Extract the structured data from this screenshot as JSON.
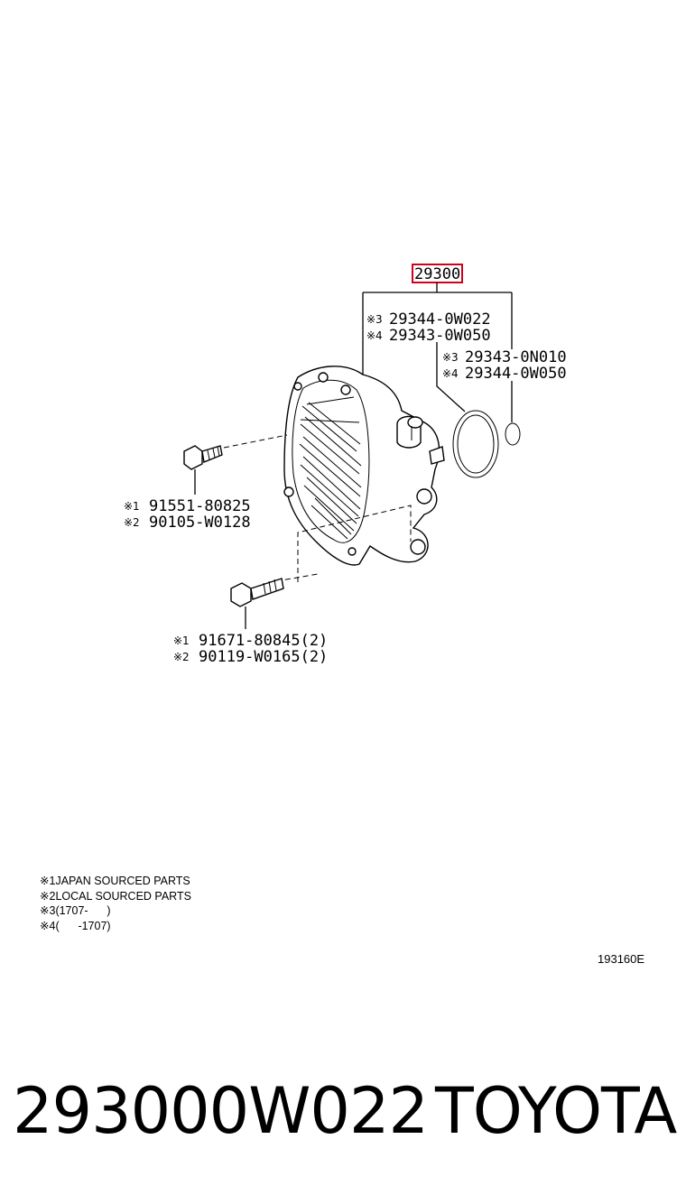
{
  "main_part": "29300",
  "callouts": [
    {
      "mark": "※3",
      "part": "29344-0W022"
    },
    {
      "mark": "※4",
      "part": "29343-0W050"
    },
    {
      "mark": "※3",
      "part": "29343-0N010"
    },
    {
      "mark": "※4",
      "part": "29344-0W050"
    },
    {
      "mark": "※1",
      "part": "91551-80825"
    },
    {
      "mark": "※2",
      "part": "90105-W0128"
    },
    {
      "mark": "※1",
      "part": "91671-80845(2)"
    },
    {
      "mark": "※2",
      "part": "90119-W0165(2)"
    }
  ],
  "legend": [
    {
      "mark": "※1",
      "text": "JAPAN SOURCED PARTS"
    },
    {
      "mark": "※2",
      "text": "LOCAL SOURCED PARTS"
    },
    {
      "mark": "※3",
      "text": "(1707-      )"
    },
    {
      "mark": "※4",
      "text": "(      -1707)"
    }
  ],
  "reference_number": "193160E",
  "part_number_caption": "293000W022",
  "brand": "TOYOTA",
  "colors": {
    "highlight": "#d0021b"
  }
}
